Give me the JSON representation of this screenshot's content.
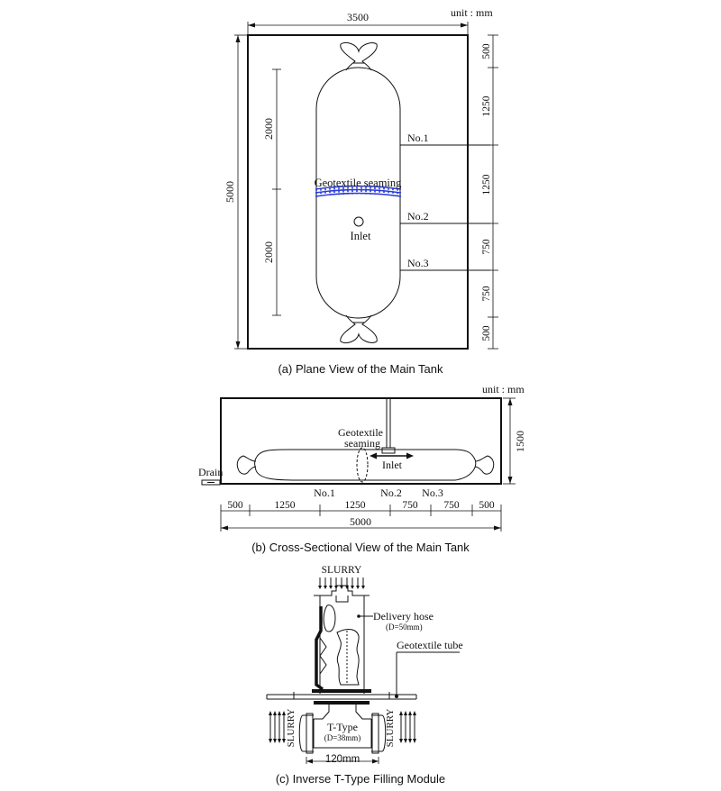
{
  "plan": {
    "unit_label": "unit : mm",
    "width_dim": "3500",
    "length_dim": "5000",
    "left_dims": [
      "2000",
      "2000"
    ],
    "right_dims": [
      "500",
      "1250",
      "1250",
      "750",
      "750",
      "500"
    ],
    "seaming_label": "Geotextile seaming",
    "inlet_label": "Inlet",
    "points": [
      "No.1",
      "No.2",
      "No.3"
    ],
    "caption": "(a) Plane View of the Main Tank"
  },
  "section": {
    "unit_label": "unit : mm",
    "height_dim": "1500",
    "seaming_label_1": "Geotextile",
    "seaming_label_2": "seaming",
    "inlet_label": "Inlet",
    "drain_label": "Drain",
    "points": [
      "No.1",
      "No.2",
      "No.3"
    ],
    "bottom_dims": [
      "500",
      "1250",
      "1250",
      "750",
      "750",
      "500"
    ],
    "total_dim": "5000",
    "caption": "(b) Cross-Sectional View of the Main Tank"
  },
  "module": {
    "slurry_top": "SLURRY",
    "slurry_left": "SLURRY",
    "slurry_right": "SLURRY",
    "hose_label": "Delivery hose",
    "hose_dia": "(D=50mm)",
    "tube_label": "Geotextile tube",
    "ttype_label": "T-Type",
    "ttype_dia": "(D=38mm)",
    "width_dim": "120mm",
    "caption": "(c) Inverse T-Type Filling Module"
  },
  "colors": {
    "seam_blue": "#2a3bd6"
  }
}
